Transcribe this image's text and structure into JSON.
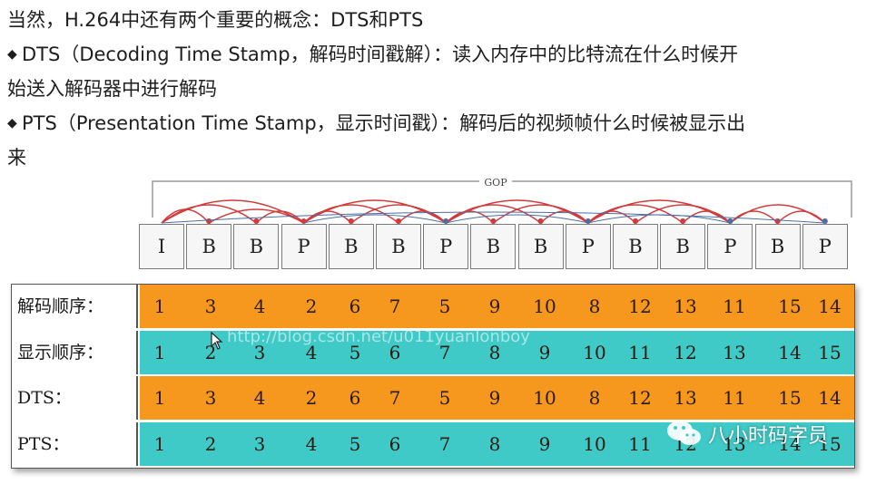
{
  "header": {
    "line1": "当然，H.264中还有两个重要的概念：DTS和PTS",
    "dts_bullet": "DTS（Decoding Time Stamp，解码时间戳解）：读入内存中的比特流在什么时候开",
    "dts_bullet_cont": "始送入解码器中进行解码",
    "pts_bullet": "PTS（Presentation Time Stamp，显示时间戳）：解码后的视频帧什么时候被显示出",
    "pts_bullet_cont": "来",
    "bullet_glyph": "◆"
  },
  "diagram": {
    "gop_label": "GOP",
    "frames": [
      "I",
      "B",
      "B",
      "P",
      "B",
      "B",
      "P",
      "B",
      "B",
      "P",
      "B",
      "B",
      "P",
      "B",
      "P"
    ],
    "arrow_color": "#d43a3a",
    "arrow_color_secondary": "#4a6fa5"
  },
  "table": {
    "rows": [
      {
        "label": "解码顺序：",
        "color": "orange",
        "values": [
          "1",
          "3",
          "4",
          "2",
          "6",
          "7",
          "5",
          "9",
          "10",
          "8",
          "12",
          "13",
          "11",
          "15",
          "14"
        ]
      },
      {
        "label": "显示顺序：",
        "color": "teal",
        "values": [
          "1",
          "2",
          "3",
          "4",
          "5",
          "6",
          "7",
          "8",
          "9",
          "10",
          "11",
          "12",
          "13",
          "14",
          "15"
        ]
      },
      {
        "label": "DTS：",
        "color": "orange",
        "values": [
          "1",
          "3",
          "4",
          "2",
          "6",
          "7",
          "5",
          "9",
          "10",
          "8",
          "12",
          "13",
          "11",
          "15",
          "14"
        ]
      },
      {
        "label": "PTS：",
        "color": "teal",
        "values": [
          "1",
          "2",
          "3",
          "4",
          "5",
          "6",
          "7",
          "8",
          "9",
          "10",
          "11",
          "12",
          "13",
          "14",
          "15"
        ]
      }
    ],
    "colors": {
      "orange": "#f6981e",
      "teal": "#3fc9c7"
    }
  },
  "watermark": {
    "url": "http://blog.csdn.net/u011yuanlonboy",
    "logo_text": "八小时码字员",
    "logo_icon": "wechat-icon"
  }
}
